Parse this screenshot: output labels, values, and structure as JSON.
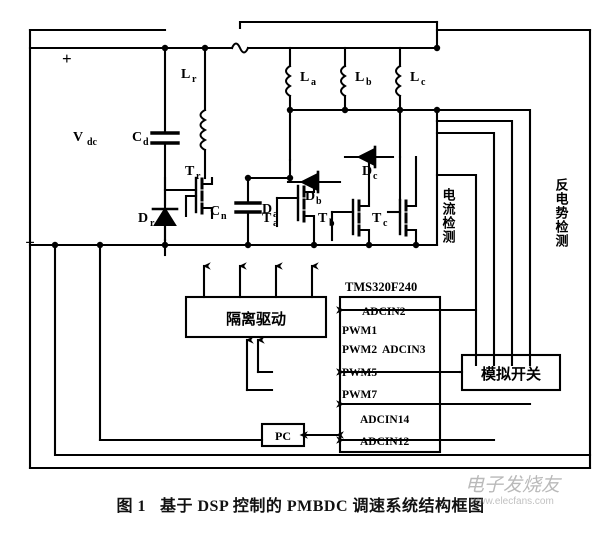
{
  "figure": {
    "caption_number": "图 1",
    "caption_text": "基于 DSP 控制的 PMBDC 调速系统结构框图"
  },
  "watermark": {
    "text": "电子发烧友",
    "url": "www.elecfans.com"
  },
  "power_supply": {
    "polarity_plus": "+",
    "polarity_minus": "−",
    "source_label": "V",
    "source_sub": "dc",
    "cap_label": "C",
    "cap_sub": "d"
  },
  "resonant_components": [
    {
      "name": "L",
      "sub": "r",
      "type": "inductor"
    },
    {
      "name": "D",
      "sub": "r",
      "type": "diode"
    },
    {
      "name": "T",
      "sub": "r",
      "type": "transistor"
    },
    {
      "name": "C",
      "sub": "n",
      "type": "capacitor"
    }
  ],
  "phase_inductors": [
    {
      "name": "L",
      "sub": "a"
    },
    {
      "name": "L",
      "sub": "b"
    },
    {
      "name": "L",
      "sub": "c"
    }
  ],
  "bridge_diodes": [
    {
      "name": "D",
      "sub": "a"
    },
    {
      "name": "D",
      "sub": "b"
    },
    {
      "name": "D",
      "sub": "c"
    }
  ],
  "bridge_transistors": [
    {
      "name": "T",
      "sub": "a"
    },
    {
      "name": "T",
      "sub": "b"
    },
    {
      "name": "T",
      "sub": "c"
    }
  ],
  "blocks": {
    "isolated_driver": "隔离驱动",
    "analog_switch": "模拟开关",
    "pc": "PC"
  },
  "sense_labels": {
    "current_detect": "电流检测",
    "bemf_detect": "反电势检测"
  },
  "dsp": {
    "part_number": "TMS320F240",
    "pins_left": [
      "PWM1",
      "PWM2",
      "PWM5",
      "PWM7"
    ],
    "pins_right": [
      "ADCIN2",
      "ADCIN3",
      "ADCIN14",
      "ADCIN12"
    ],
    "pin_rows": [
      {
        "label": "ADCIN2",
        "side": "right",
        "dir": "in"
      },
      {
        "label": "PWM1",
        "side": "left",
        "dir": "out"
      },
      {
        "label": "PWM2",
        "side": "left",
        "dir": "out"
      },
      {
        "label": "ADCIN3",
        "side": "right",
        "dir": "in"
      },
      {
        "label": "PWM5",
        "side": "left",
        "dir": "out"
      },
      {
        "label": "PWM7",
        "side": "left",
        "dir": "out"
      },
      {
        "label": "ADCIN14",
        "side": "right",
        "dir": "in"
      },
      {
        "label": "ADCIN12",
        "side": "right",
        "dir": "in"
      }
    ]
  }
}
